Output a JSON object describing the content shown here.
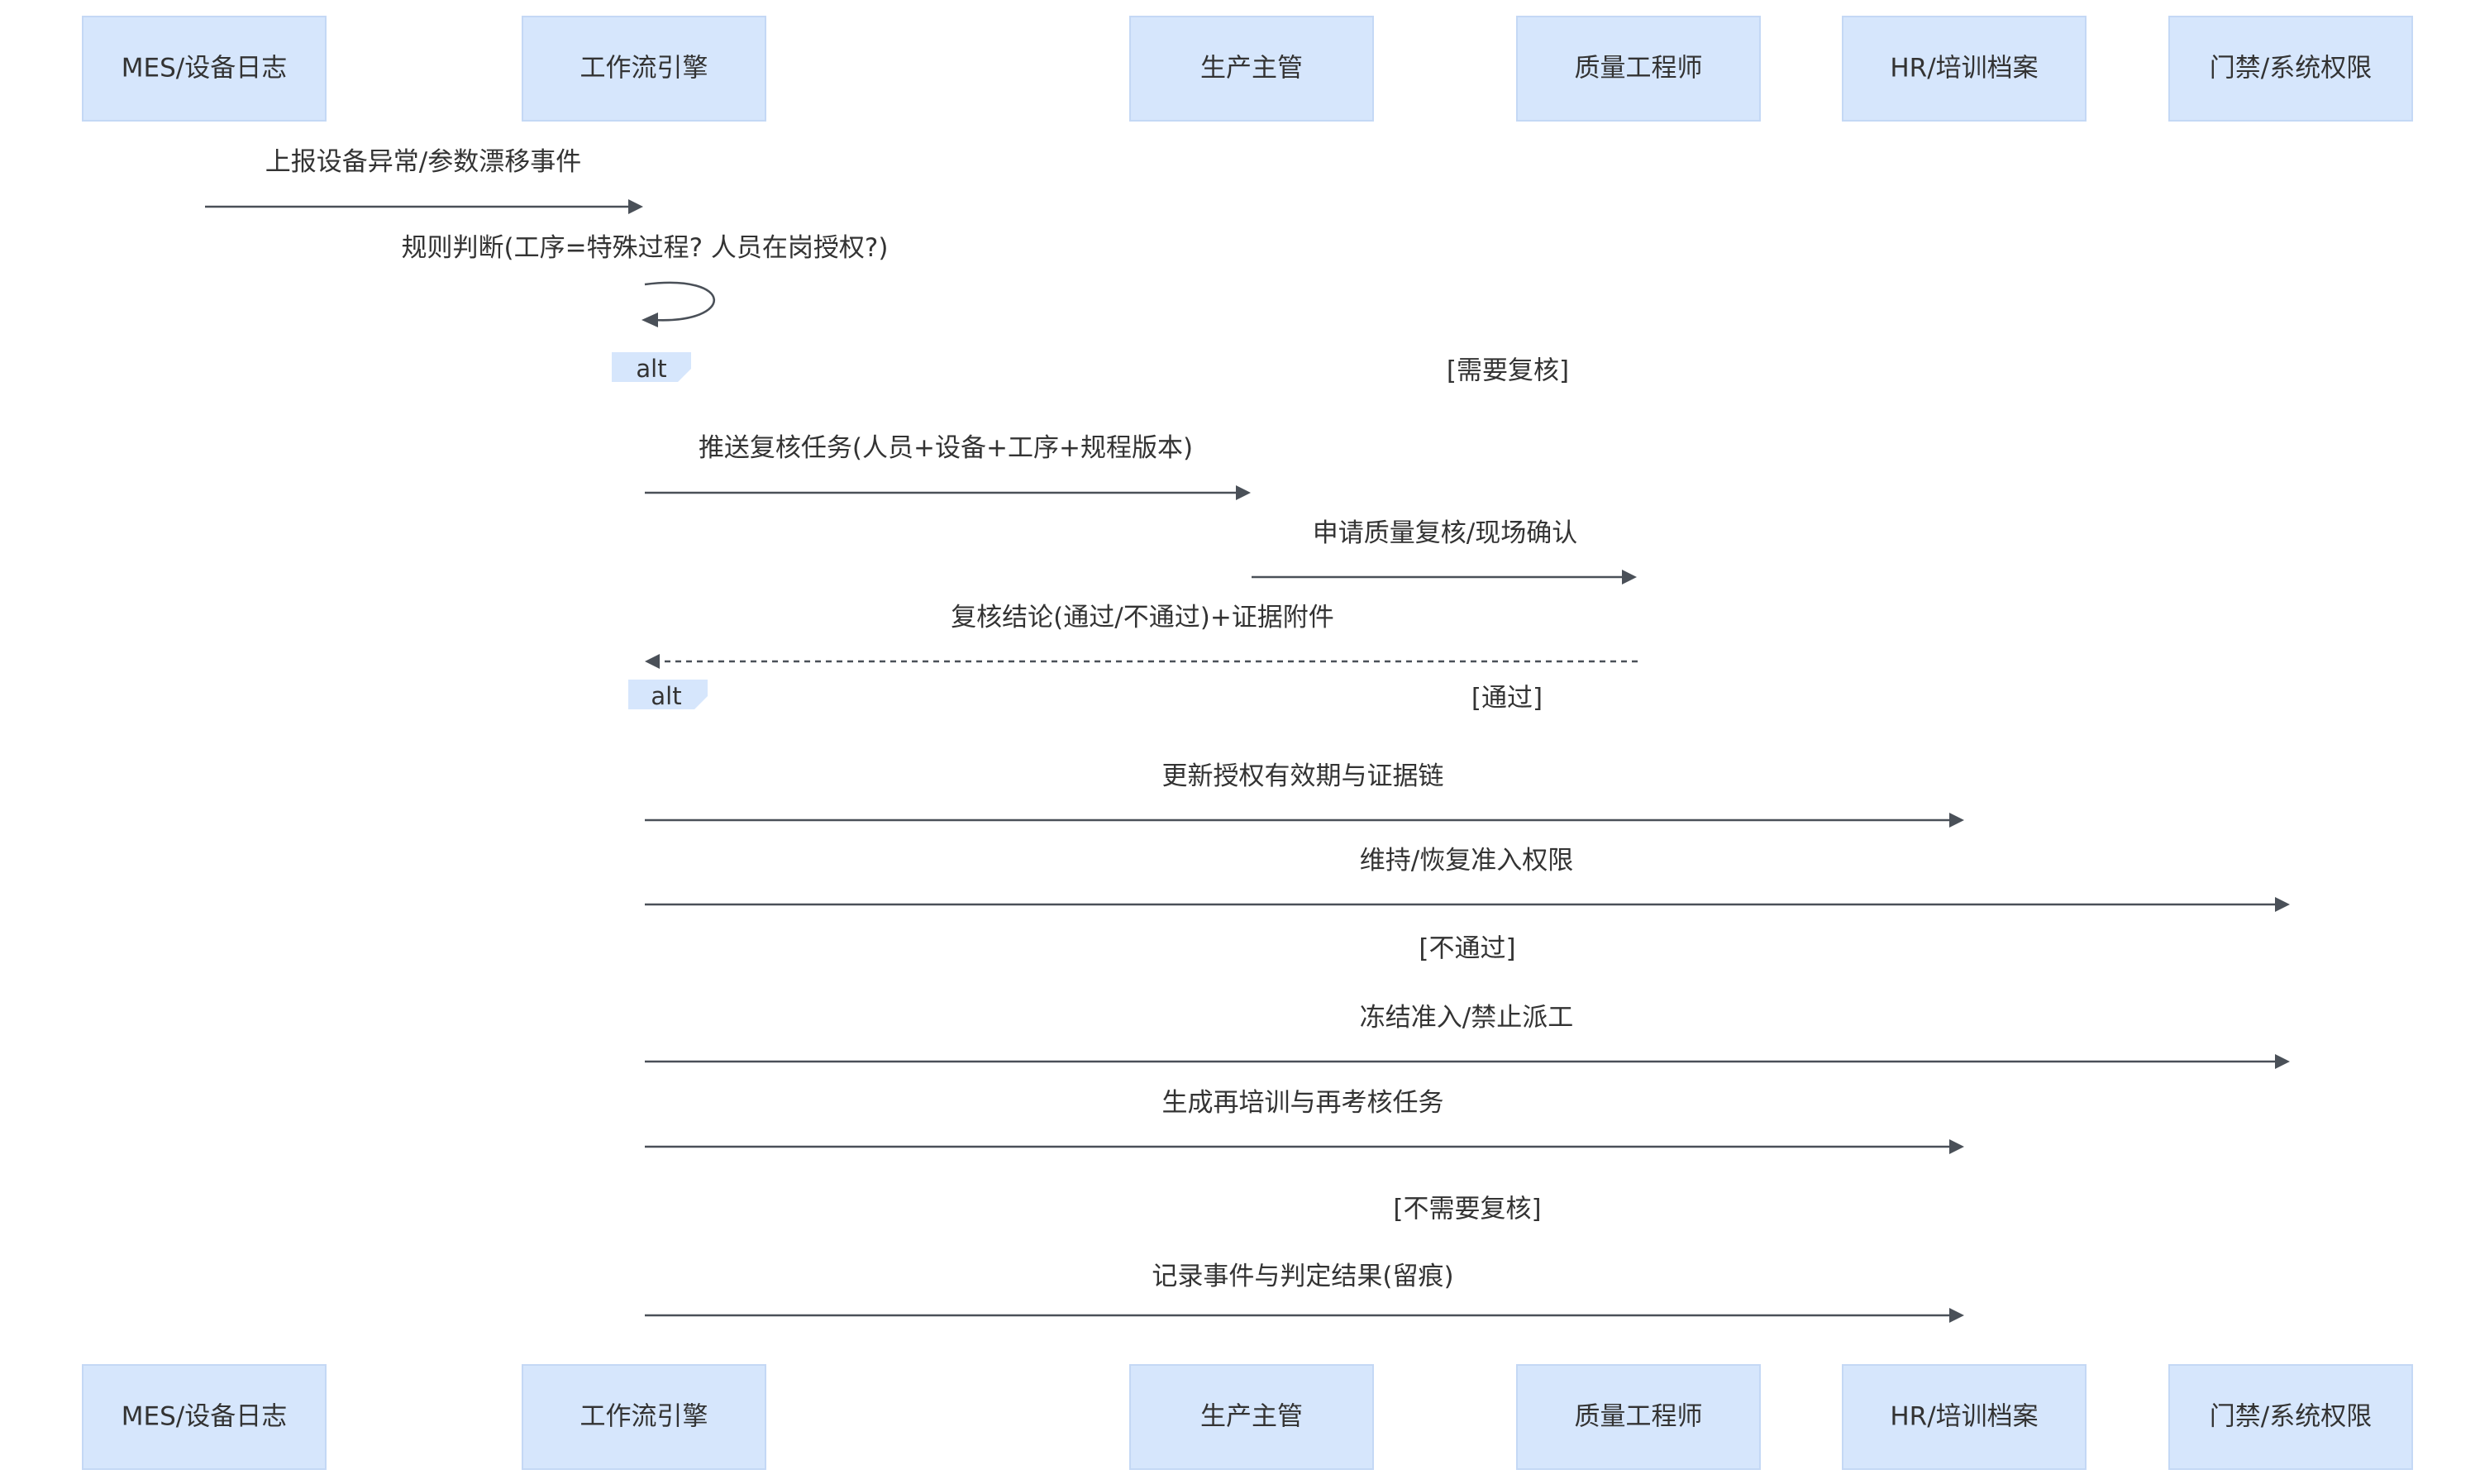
{
  "actors": [
    {
      "id": "mes",
      "label": "MES/设备日志"
    },
    {
      "id": "wf",
      "label": "工作流引擎"
    },
    {
      "id": "prod",
      "label": "生产主管"
    },
    {
      "id": "qe",
      "label": "质量工程师"
    },
    {
      "id": "hr",
      "label": "HR/培训档案"
    },
    {
      "id": "acl",
      "label": "门禁/系统权限"
    }
  ],
  "messages": [
    {
      "from": "mes",
      "to": "wf",
      "text": "上报设备异常/参数漂移事件",
      "style": "solid"
    },
    {
      "from": "wf",
      "to": "wf",
      "text": "规则判断(工序=特殊过程? 人员在岗授权?)",
      "style": "self"
    },
    {
      "from": "wf",
      "to": "prod",
      "text": "推送复核任务(人员+设备+工序+规程版本)",
      "style": "solid"
    },
    {
      "from": "prod",
      "to": "qe",
      "text": "申请质量复核/现场确认",
      "style": "solid"
    },
    {
      "from": "qe",
      "to": "wf",
      "text": "复核结论(通过/不通过)+证据附件",
      "style": "dashed"
    },
    {
      "from": "wf",
      "to": "hr",
      "text": "更新授权有效期与证据链",
      "style": "solid"
    },
    {
      "from": "wf",
      "to": "acl",
      "text": "维持/恢复准入权限",
      "style": "solid"
    },
    {
      "from": "wf",
      "to": "acl",
      "text": "冻结准入/禁止派工",
      "style": "solid"
    },
    {
      "from": "wf",
      "to": "hr",
      "text": "生成再培训与再考核任务",
      "style": "solid"
    },
    {
      "from": "wf",
      "to": "hr",
      "text": "记录事件与判定结果(留痕)",
      "style": "solid"
    }
  ],
  "fragments": [
    {
      "label": "alt",
      "guards": [
        "[需要复核]",
        "[不需要复核]"
      ]
    },
    {
      "label": "alt",
      "guards": [
        "[通过]",
        "[不通过]"
      ]
    }
  ]
}
